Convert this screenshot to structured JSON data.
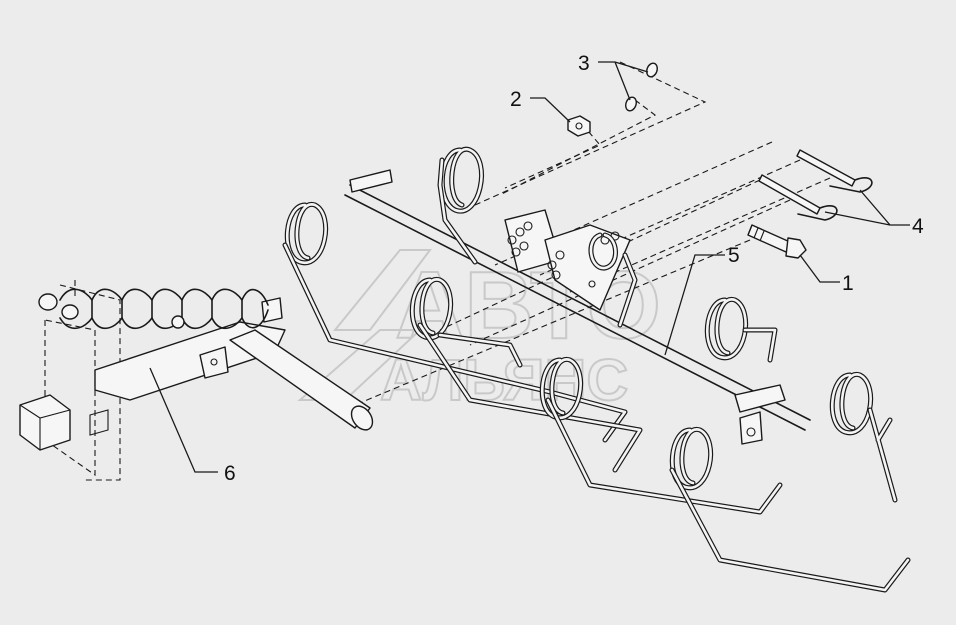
{
  "callouts": {
    "c1": "1",
    "c2": "2",
    "c3": "3",
    "c4": "4",
    "c5": "5",
    "c6": "6"
  },
  "watermark": {
    "line1": "АВТО",
    "line2": "АЛЬЯНС"
  },
  "colors": {
    "background": "#ececec",
    "line": "#1a1a1a",
    "watermark": "#c9c9c9"
  }
}
